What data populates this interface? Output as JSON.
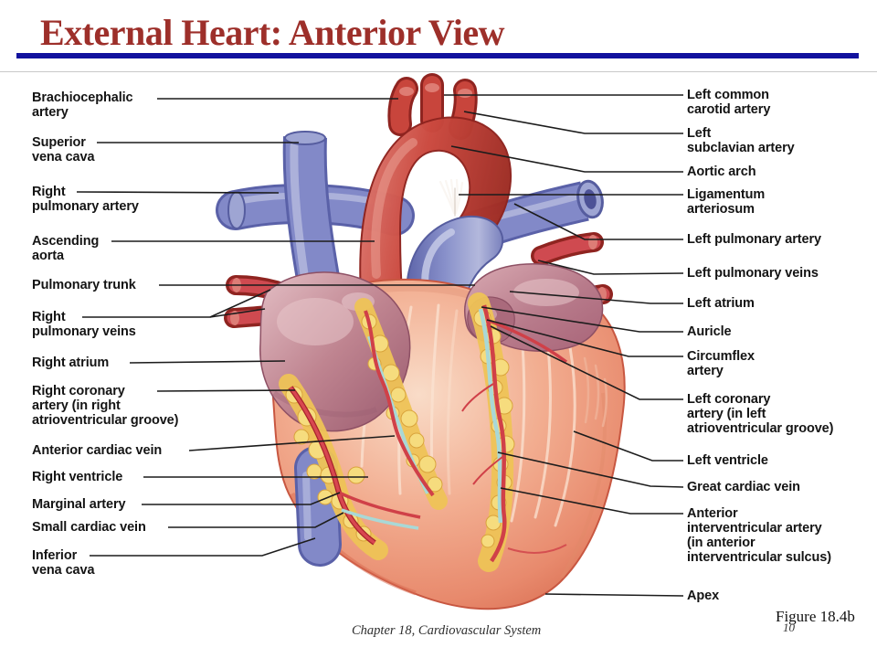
{
  "slide": {
    "title": "External Heart: Anterior View"
  },
  "footer": {
    "chapter": "Chapter 18, Cardiovascular System",
    "figure": "Figure 18.4b",
    "page": "10"
  },
  "colors": {
    "title": "#9d2f2a",
    "rule": "#12129e",
    "label_text": "#141414",
    "leader_line": "#1c1c1c",
    "aorta_red": "#c84038",
    "vessel_blue": "#8289c8",
    "artery_red": "#cf3a42",
    "vein_blue": "#a9d8d6",
    "atrium_mauve": "#bf8490",
    "myocardium_salmon": "#efa388",
    "fat_yellow": "#f3d26a",
    "ligamentum_white": "#faf6f2"
  },
  "diagram": {
    "left_labels": [
      {
        "text": "Brachiocephalic\nartery"
      },
      {
        "text": "Superior\nvena cava"
      },
      {
        "text": "Right\npulmonary artery"
      },
      {
        "text": "Ascending\naorta"
      },
      {
        "text": "Pulmonary trunk"
      },
      {
        "text": "Right\npulmonary veins"
      },
      {
        "text": "Right atrium"
      },
      {
        "text": "Right coronary\nartery (in right\natrioventricular groove)"
      },
      {
        "text": "Anterior cardiac vein"
      },
      {
        "text": "Right ventricle"
      },
      {
        "text": "Marginal artery"
      },
      {
        "text": "Small cardiac vein"
      },
      {
        "text": "Inferior\nvena cava"
      }
    ],
    "right_labels": [
      {
        "text": "Left common\ncarotid artery"
      },
      {
        "text": "Left\nsubclavian artery"
      },
      {
        "text": "Aortic arch"
      },
      {
        "text": "Ligamentum\narteriosum"
      },
      {
        "text": "Left pulmonary artery"
      },
      {
        "text": "Left pulmonary veins"
      },
      {
        "text": "Left atrium"
      },
      {
        "text": "Auricle"
      },
      {
        "text": "Circumflex\nartery"
      },
      {
        "text": "Left coronary\nartery (in left\natrioventricular groove)"
      },
      {
        "text": "Left ventricle"
      },
      {
        "text": "Great cardiac vein"
      },
      {
        "text": "Anterior\ninterventricular artery\n(in anterior\ninterventricular sulcus)"
      },
      {
        "text": "Apex"
      }
    ]
  }
}
